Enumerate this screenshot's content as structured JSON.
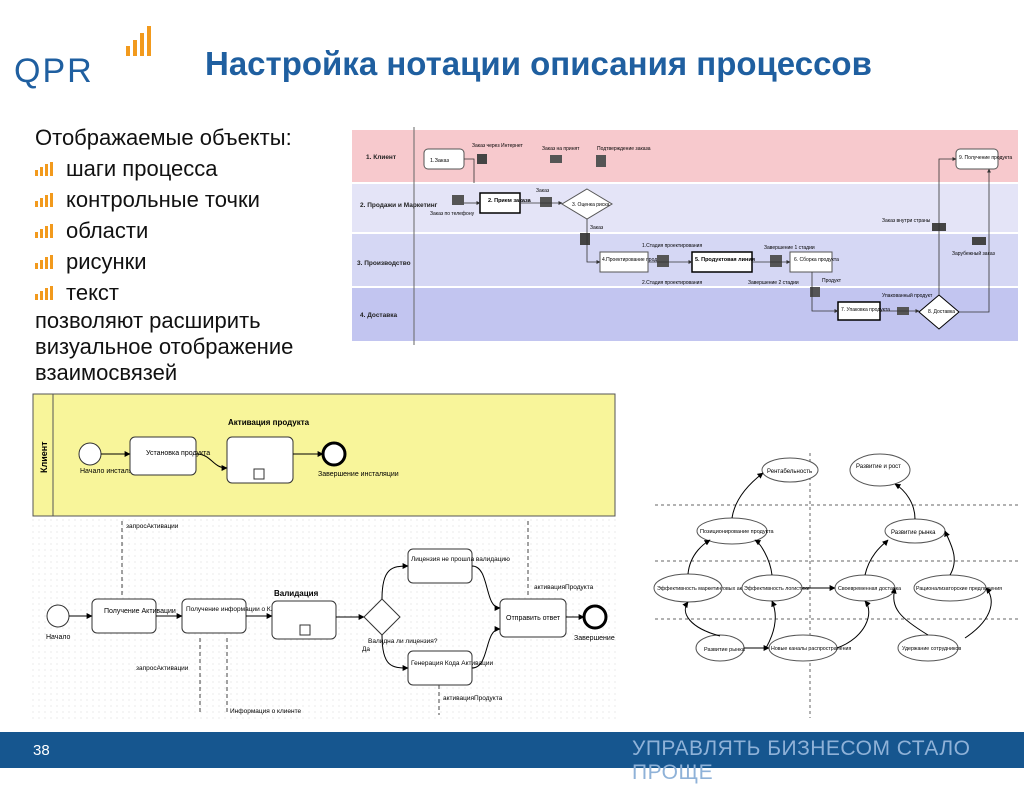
{
  "brand": {
    "logo_text": "QPR",
    "accent_color": "#f29a1d",
    "primary_color": "#1f5fa0",
    "footer_color": "#16568f"
  },
  "slide": {
    "title": "Настройка нотации описания процессов",
    "page_number": "38",
    "slogan": "УПРАВЛЯТЬ БИЗНЕСОМ СТАЛО ПРОЩЕ"
  },
  "objects": {
    "heading": "Отображаемые объекты:",
    "items": [
      "шаги процесса",
      "контрольные точки",
      "области",
      "рисунки",
      "текст"
    ],
    "conclusion": "позволяют расширить визуальное отображение взаимосвязей"
  },
  "swimlane": {
    "lanes": [
      "1. Клиент",
      "2. Продажи и Маркетинг",
      "3. Производство",
      "4. Доставка"
    ],
    "steps": {
      "order": "1.Заказ",
      "receive": "2. Прием заказа",
      "risk": "3. Оценка риска",
      "design": "4.Проектирование продукта",
      "line": "5. Продуктовая линия",
      "assembly": "6. Сборка продукта",
      "packing": "7. Упаковка продукта",
      "delivery": "8. Доставка",
      "receipt": "9. Получение продукта"
    },
    "labels": {
      "internet": "Заказ через Интернет",
      "accepted": "Заказ на принят",
      "confirm": "Подтверждение заказа",
      "phone": "Заказ по телефону",
      "order_small": "Заказ",
      "order_small2": "Заказ",
      "stage1": "1.Стадия проектирования",
      "stage2": "2.Стадия проектирования",
      "finish1": "Завершение 1 стадии",
      "finish2": "Завершение 2 стадии",
      "product": "Продукт",
      "packed": "Упакованный продукт",
      "domestic": "Заказ внутри страны",
      "foreign": "Зарубежный заказ"
    }
  },
  "bpmn": {
    "lane": "Клиент",
    "start_top": "Начало инсталяции QPR",
    "install": "Установка продукта",
    "activation": "Активация продукта",
    "end_top": "Завершение инсталяции",
    "msg_request": "запросАктивации",
    "start": "Начало",
    "receive": "Получение Активации",
    "info_receive": "Получение информации о Клиенте",
    "validation": "Валидация",
    "gateway": "Валидна ли лицензия?",
    "yes": "Да",
    "lic_fail": "Лицензия не прошла валидацию",
    "code_gen": "Генерация Кода Активации",
    "send": "Отправить ответ",
    "end": "Завершение",
    "msg_request2": "запросАктивации",
    "client_info": "Информация о клиенте",
    "activation_product": "активацияПродукта",
    "activation_product2": "активацияПродукта"
  },
  "strategy_map": {
    "nodes": [
      "Рентабельность",
      "Развитие и рост",
      "Позиционирование продукта",
      "Развитие рынка",
      "Эффективность маркетинговых акций",
      "Эффективность логистики",
      "Своевременная доставка",
      "Рационализаторские предложения",
      "Развитие рынка",
      "Новые каналы распространения",
      "Удержание сотрудников"
    ]
  }
}
